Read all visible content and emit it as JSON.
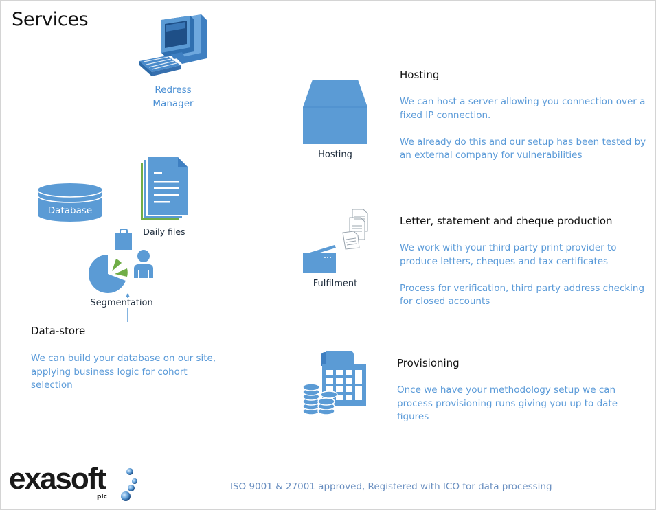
{
  "page": {
    "title": "Services"
  },
  "icons": {
    "redress_manager": "Redress\nManager",
    "database": "Database",
    "daily_files": "Daily files",
    "segmentation": "Segmentation",
    "hosting": "Hosting",
    "fulfilment": "Fulfilment"
  },
  "sections": {
    "datastore": {
      "heading": "Data-store",
      "text": "We can build your database on our site, applying business logic for cohort selection"
    },
    "hosting": {
      "heading": "Hosting",
      "para1": "We can host a server allowing you connection over a fixed IP connection.",
      "para2": "We already do this and our setup has been tested by an external company for vulnerabilities"
    },
    "letters": {
      "heading": "Letter, statement and cheque production",
      "para1": "We work with your third party print provider to produce letters, cheques and tax certificates",
      "para2": "Process for verification, third party address checking for closed accounts"
    },
    "provisioning": {
      "heading": "Provisioning",
      "text": "Once we have your methodology setup we can process provisioning runs giving you up to date figures"
    }
  },
  "footer": {
    "text": "ISO 9001 & 27001 approved, Registered with ICO for data processing",
    "logo_text": "exasoft",
    "logo_sub": "plc"
  },
  "colors": {
    "icon_blue": "#5b9bd5",
    "text_blue": "#5a9ad8",
    "green": "#70ad47",
    "logo_dark": "#1a1a1a"
  }
}
